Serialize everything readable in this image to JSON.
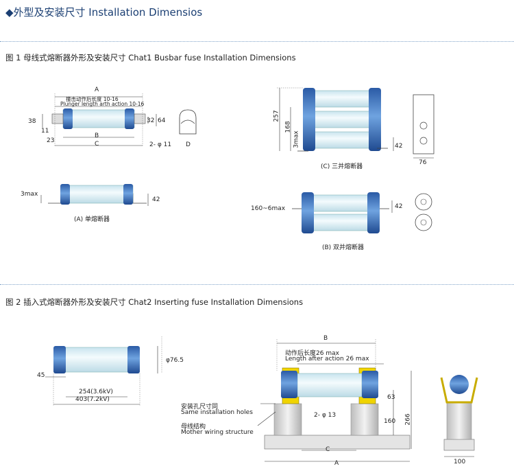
{
  "header": {
    "title": "◆外型及安装尺寸 Installation Dimensios"
  },
  "section1": {
    "caption": "图 1  母线式熔断器外形及安装尺寸  Chat1 Busbar fuse Installation Dimensions",
    "labels": {
      "A": "A",
      "B": "B",
      "C": "C",
      "D": "D",
      "plunger_zh": "撞击动作后长度 10-16",
      "plunger_en": "Plunger length arth action 10-16",
      "d38": "38",
      "d11": "11",
      "d23": "23",
      "d32": "32",
      "d64": "64",
      "holes": "2- φ 11",
      "single_3max": "3max",
      "single_42": "42",
      "single_caption": "(A) 单熔断器",
      "triple_257": "257",
      "triple_168": "168",
      "triple_3max": "3max",
      "triple_42": "42",
      "triple_76": "76",
      "triple_caption": "(C) 三并熔断器",
      "double_160": "160~6max",
      "double_42": "42",
      "double_caption": "(B) 双并熔断器"
    }
  },
  "section2": {
    "caption": "图 2  插入式熔断器外形及安装尺寸  Chat2  Inserting  fuse Installation Dimensions",
    "labels": {
      "d76": "φ76.5",
      "d45": "45",
      "len36": "254(3.6kV)",
      "len72": "403(7.2kV)",
      "B": "B",
      "after_zh": "动作后长度26  max",
      "after_en": "Length after action 26 max",
      "holes_zh": "安装孔尺寸同",
      "holes_en": "Same installation holes",
      "bus_zh": "母线结构",
      "bus_en": "Mother wiring structure",
      "holes13": "2- φ 13",
      "d63": "63",
      "d160": "160",
      "d266": "266",
      "C": "C",
      "A": "A",
      "d100": "100"
    }
  },
  "colors": {
    "fuse_body": "#e4f2f6",
    "cap": "#3f78c0",
    "insulator": "#dcdcdc",
    "clip": "#f0d400",
    "accent": "#1b3f73"
  }
}
